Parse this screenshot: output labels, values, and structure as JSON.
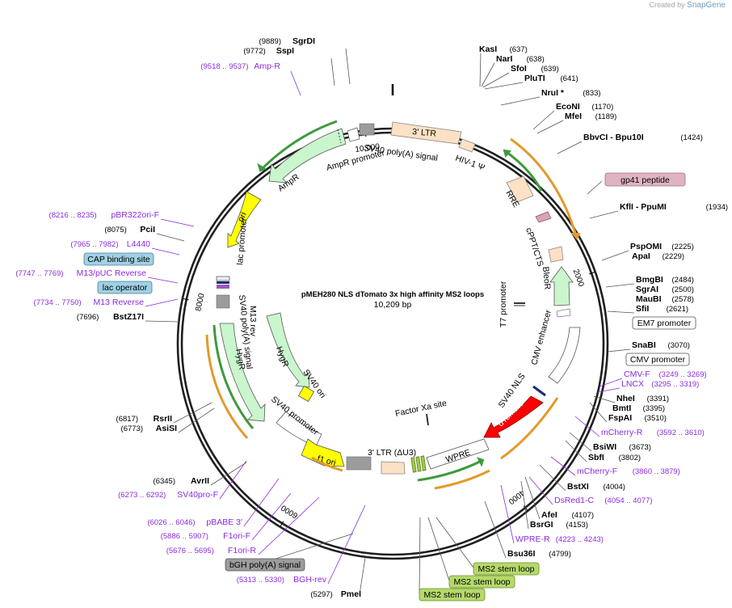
{
  "watermark": {
    "prefix": "Created by",
    "brand": "SnapGene"
  },
  "plasmid": {
    "name": "pMEH280 NLS dTomato 3x high affinity MS2 loops",
    "length_label": "10,209 bp",
    "length": 10209
  },
  "ticks": [
    {
      "label": "2000",
      "pos": 2000
    },
    {
      "label": "4000",
      "pos": 4000
    },
    {
      "label": "6000",
      "pos": 6000
    },
    {
      "label": "8000",
      "pos": 8000
    },
    {
      "label": "10,000",
      "pos": 10000
    }
  ],
  "sites": [
    {
      "name": "SgrDI",
      "pos": "(9889)",
      "side": "left"
    },
    {
      "name": "SspI",
      "pos": "(9772)",
      "side": "left"
    },
    {
      "name": "KasI",
      "pos": "(637)",
      "side": "right"
    },
    {
      "name": "NarI",
      "pos": "(638)",
      "side": "right"
    },
    {
      "name": "SfoI",
      "pos": "(639)",
      "side": "right"
    },
    {
      "name": "PluTI",
      "pos": "(641)",
      "side": "right"
    },
    {
      "name": "NruI *",
      "pos": "(833)",
      "side": "right"
    },
    {
      "name": "EcoNI",
      "pos": "(1170)",
      "side": "right"
    },
    {
      "name": "MfeI",
      "pos": "(1189)",
      "side": "right"
    },
    {
      "name": "BbvCI   - Bpu10I",
      "pos": "(1424)",
      "side": "right"
    },
    {
      "name": "KflI   - PpuMI",
      "pos": "(1934)",
      "side": "right"
    },
    {
      "name": "PspOMI",
      "pos": "(2225)",
      "side": "right"
    },
    {
      "name": "ApaI",
      "pos": "(2229)",
      "side": "right"
    },
    {
      "name": "BmgBI",
      "pos": "(2484)",
      "side": "right"
    },
    {
      "name": "SgrAI",
      "pos": "(2500)",
      "side": "right"
    },
    {
      "name": "MauBI",
      "pos": "(2578)",
      "side": "right"
    },
    {
      "name": "SfiI",
      "pos": "(2621)",
      "side": "right"
    },
    {
      "name": "SnaBI",
      "pos": "(3070)",
      "side": "right"
    },
    {
      "name": "NheI",
      "pos": "(3391)",
      "side": "right"
    },
    {
      "name": "BmtI",
      "pos": "(3395)",
      "side": "right"
    },
    {
      "name": "FspAI",
      "pos": "(3510)",
      "side": "right"
    },
    {
      "name": "BsiWI",
      "pos": "(3673)",
      "side": "right"
    },
    {
      "name": "SbfI",
      "pos": "(3802)",
      "side": "right"
    },
    {
      "name": "BstXI",
      "pos": "(4004)",
      "side": "right"
    },
    {
      "name": "AfeI",
      "pos": "(4107)",
      "side": "right"
    },
    {
      "name": "BsrGI",
      "pos": "(4153)",
      "side": "right"
    },
    {
      "name": "Bsu36I",
      "pos": "(4799)",
      "side": "right"
    },
    {
      "name": "PmeI",
      "pos": "(5297)",
      "side": "left"
    },
    {
      "name": "AvrII",
      "pos": "(6345)",
      "side": "left"
    },
    {
      "name": "RsrII",
      "pos": "(6817)",
      "side": "left"
    },
    {
      "name": "AsiSI",
      "pos": "(6773)",
      "side": "left"
    },
    {
      "name": "BstZ17I",
      "pos": "(7696)",
      "side": "left"
    },
    {
      "name": "PciI",
      "pos": "(8075)",
      "side": "left"
    }
  ],
  "primers": [
    {
      "name": "Amp-R",
      "pos": "(9518 .. 9537)",
      "side": "left"
    },
    {
      "name": "pBR322ori-F",
      "pos": "(8216 .. 8235)",
      "side": "left"
    },
    {
      "name": "L4440",
      "pos": "(7965 .. 7982)",
      "side": "left"
    },
    {
      "name": "M13/pUC Reverse",
      "pos": "(7747 .. 7769)",
      "side": "left"
    },
    {
      "name": "M13 Reverse",
      "pos": "(7734 .. 7750)",
      "side": "left"
    },
    {
      "name": "CMV-F",
      "pos": "(3249 .. 3269)",
      "side": "right"
    },
    {
      "name": "LNCX",
      "pos": "(3295 .. 3319)",
      "side": "right"
    },
    {
      "name": "mCherry-R",
      "pos": "(3592 .. 3610)",
      "side": "right"
    },
    {
      "name": "mCherry-F",
      "pos": "(3860 .. 3879)",
      "side": "right"
    },
    {
      "name": "DsRed1-C",
      "pos": "(4054 .. 4077)",
      "side": "right"
    },
    {
      "name": "WPRE-R",
      "pos": "(4223 .. 4243)",
      "side": "right"
    },
    {
      "name": "SV40pro-F",
      "pos": "(6273 .. 6292)",
      "side": "left"
    },
    {
      "name": "pBABE 3'",
      "pos": "(6026 .. 6046)",
      "side": "left"
    },
    {
      "name": "F1ori-F",
      "pos": "(5886 .. 5907)",
      "side": "left"
    },
    {
      "name": "F1ori-R",
      "pos": "(5676 .. 5695)",
      "side": "left"
    },
    {
      "name": "BGH-rev",
      "pos": "(5313 .. 5330)",
      "side": "left"
    }
  ],
  "boxed": {
    "gp41": "gp41 peptide",
    "cap": "CAP binding site",
    "lacop": "lac operator",
    "em7": "EM7 promoter",
    "cmvprom": "CMV promoter",
    "bgh": "bGH poly(A) signal",
    "ms2a": "MS2 stem loop",
    "ms2b": "MS2 stem loop",
    "ms2c": "MS2 stem loop"
  },
  "features": {
    "ltr3": "3' LTR",
    "sv40pa_top": "SV40 poly(A) signal",
    "hiv": "HIV-1 Ψ",
    "ampr_prom": "AmpR promoter",
    "ampr": "AmpR",
    "ori": "ori",
    "rre": "RRE",
    "cppt": "cPPT/CTS",
    "bleor": "BleoR",
    "t7": "T7 promoter",
    "cmv_enh": "CMV enhancer",
    "sv40nls": "SV40 NLS",
    "dtomato": "dTomato",
    "factorxa": "Factor Xa site",
    "wpre": "WPRE",
    "ltr3du3": "3' LTR (ΔU3)",
    "f1ori": "f1 ori",
    "sv40prom_out": "SV40 promoter",
    "sv40ori": "SV40 ori",
    "hygr_in": "HygR",
    "hygr_out": "HygR",
    "sv40pa_left": "SV40 poly(A) signal",
    "lacprom": "lac promoter",
    "m13rev": "M13 rev"
  },
  "colors": {
    "ltr": "#fde1c4",
    "resistance": "#c9f6cd",
    "ori": "#ffff00",
    "dtomato": "#ff0000",
    "orf_arc_orange": "#e29a2c",
    "orf_arc_green": "#3d9a3d",
    "primer": "#8a2be2",
    "gp41_box": "#dfb4c0",
    "cap_box": "#9fd1e4",
    "ms2_box": "#b5d96b"
  }
}
